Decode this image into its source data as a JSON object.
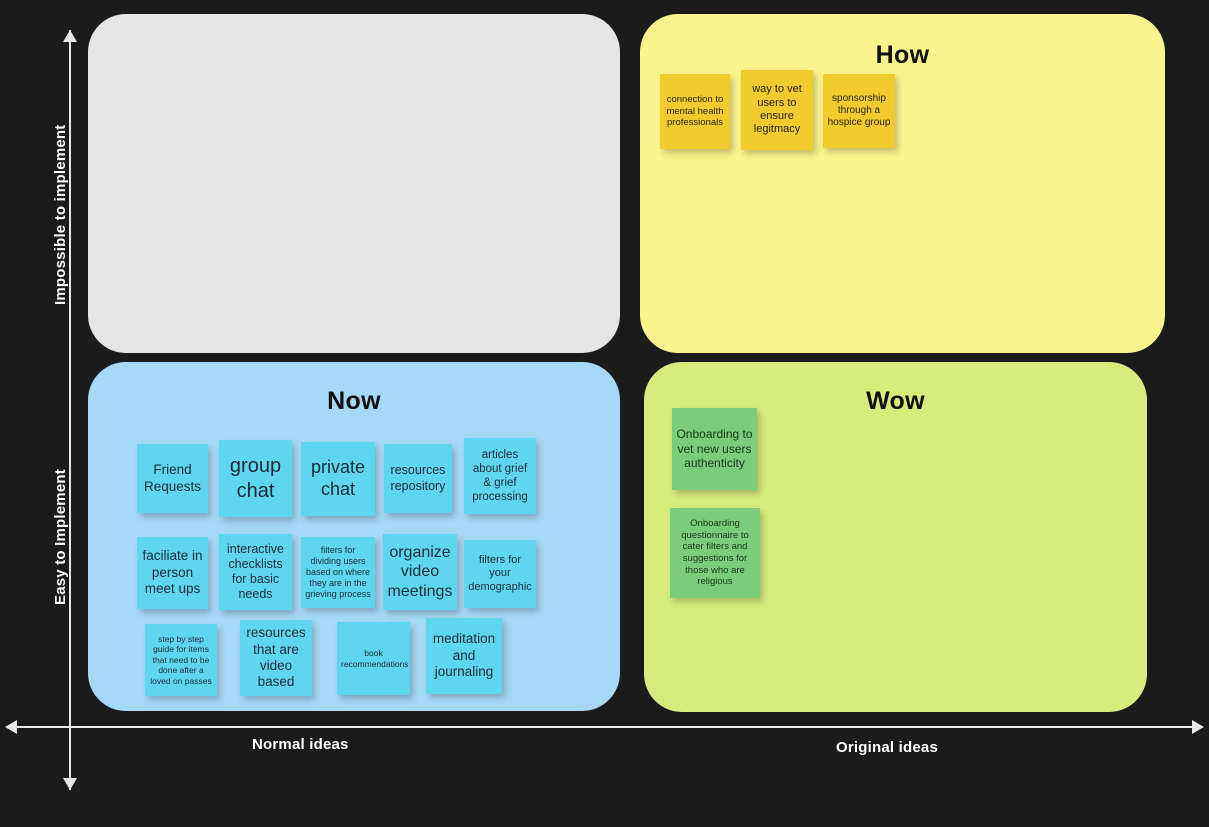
{
  "axes": {
    "y_top_label": "Impossible to implement",
    "y_bottom_label": "Easy to Implement",
    "x_left_label": "Normal ideas",
    "x_right_label": "Original  ideas"
  },
  "colors": {
    "background": "#1b1b1b",
    "axis": "#e8e8e8",
    "quadrant_blank": "#e5e5e5",
    "quadrant_how": "#fbf48d",
    "quadrant_now": "#a6d9f7",
    "quadrant_wow": "#d8ec7d",
    "note_yellow": "#f2cb2e",
    "note_blue": "#5ed6f0",
    "note_green": "#7bcc7b"
  },
  "quadrants": {
    "blank": {
      "title": ""
    },
    "how": {
      "title": "How",
      "notes": [
        {
          "text": "connection to mental health professionals"
        },
        {
          "text": "way to vet users to ensure legitmacy"
        },
        {
          "text": "sponsorship through a hospice group"
        }
      ]
    },
    "now": {
      "title": "Now",
      "notes": [
        {
          "text": "Friend Requests"
        },
        {
          "text": "group chat"
        },
        {
          "text": "private chat"
        },
        {
          "text": "resources repository"
        },
        {
          "text": "articles about grief & grief processing"
        },
        {
          "text": "faciliate in person meet ups"
        },
        {
          "text": "interactive checklists for basic needs"
        },
        {
          "text": "filters for dividing users based on where they are in the grieving process"
        },
        {
          "text": "organize video meetings"
        },
        {
          "text": "filters for your demographic"
        },
        {
          "text": "step by step guide for items that need to be done after a loved on passes"
        },
        {
          "text": "resources that are video based"
        },
        {
          "text": "book recommendations"
        },
        {
          "text": "meditation and journaling"
        }
      ]
    },
    "wow": {
      "title": "Wow",
      "notes": [
        {
          "text": "Onboarding to vet new users authenticity"
        },
        {
          "text": "Onboarding questionnaire to cater filters and suggestions for those who are religious"
        }
      ]
    }
  }
}
